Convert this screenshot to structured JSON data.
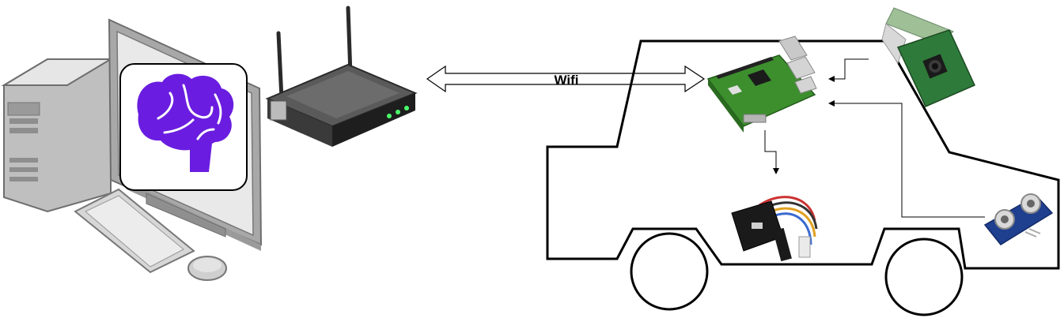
{
  "link": {
    "label": "Wifi"
  },
  "nodes": [
    {
      "id": "computer",
      "icon": "desktop-computer-icon"
    },
    {
      "id": "brain",
      "icon": "brain-icon",
      "color": "#6a1de0"
    },
    {
      "id": "router",
      "icon": "wifi-router-icon"
    },
    {
      "id": "raspberry-pi",
      "icon": "raspberry-pi-board-icon",
      "color": "#3d8f2e"
    },
    {
      "id": "camera",
      "icon": "camera-module-icon"
    },
    {
      "id": "motor-controller",
      "icon": "esc-motor-controller-icon"
    },
    {
      "id": "ultrasonic-sensor",
      "icon": "ultrasonic-sensor-icon",
      "color": "#1f3f8f"
    },
    {
      "id": "car",
      "icon": "car-outline-icon"
    }
  ]
}
